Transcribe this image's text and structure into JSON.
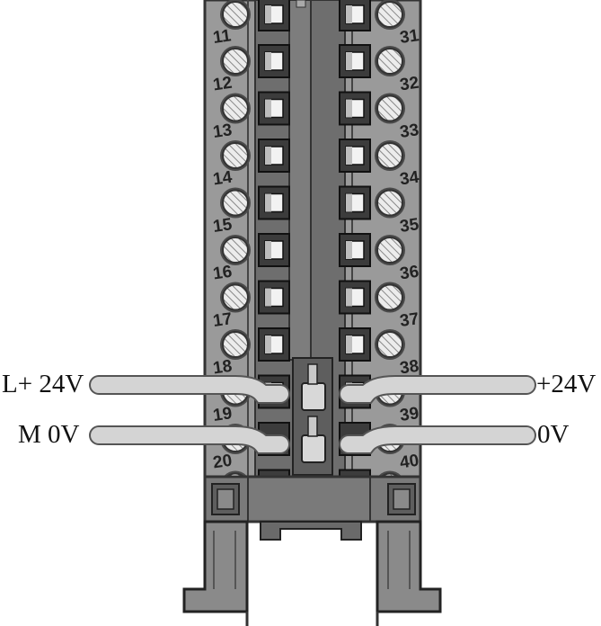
{
  "terminals": {
    "left": [
      "11",
      "12",
      "13",
      "14",
      "15",
      "16",
      "17",
      "18",
      "19",
      "20"
    ],
    "right": [
      "31",
      "32",
      "33",
      "34",
      "35",
      "36",
      "37",
      "38",
      "39",
      "40"
    ]
  },
  "wires": {
    "left_top_label": "L+ 24V",
    "left_bottom_label": "M  0V",
    "right_top_label": "+24V",
    "right_bottom_label": "0V"
  },
  "colors": {
    "housing": "#8c8c8c",
    "housing_dark": "#4a4a4a",
    "channel": "#5c5c5c",
    "wire": "#d2d2d2",
    "screw": "#e6e6e6"
  }
}
